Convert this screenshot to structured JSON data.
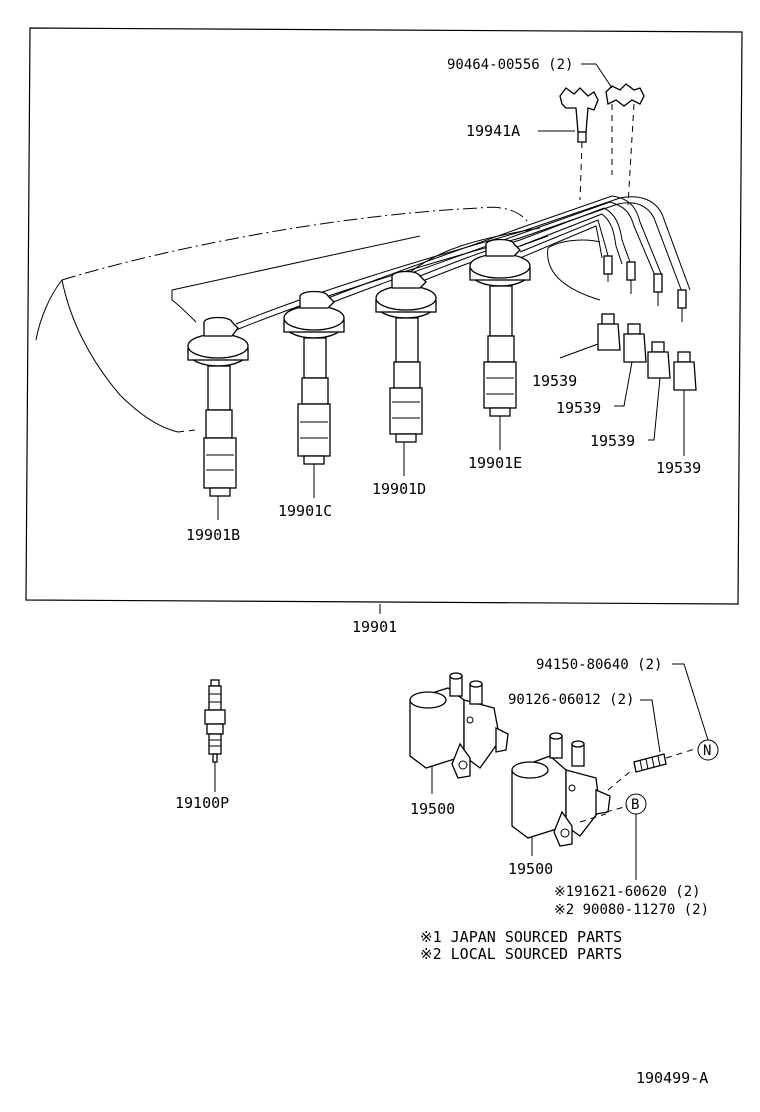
{
  "labels": {
    "bolt_90464": "90464-00556 (2)",
    "holder_19941a": "19941A",
    "cord_19539_1": "19539",
    "cord_19539_2": "19539",
    "cord_19539_3": "19539",
    "cord_19539_4": "19539",
    "cord_19901e": "19901E",
    "cord_19901d": "19901D",
    "cord_19901c": "19901C",
    "cord_19901b": "19901B",
    "cord_set_19901": "19901",
    "plug_19100p": "19100P",
    "coil_19500_1": "19500",
    "coil_19500_2": "19500",
    "nut_94150": "94150-80640 (2)",
    "stud_90126": "90126-06012 (2)",
    "callout_n": "N",
    "callout_b": "B",
    "bolt_note_1": "※191621-60620 (2)",
    "bolt_note_2": "※2 90080-11270 (2)",
    "legend_1": "※1  JAPAN SOURCED PARTS",
    "legend_2": "※2  LOCAL SOURCED PARTS",
    "figure_number": "190499-A"
  }
}
